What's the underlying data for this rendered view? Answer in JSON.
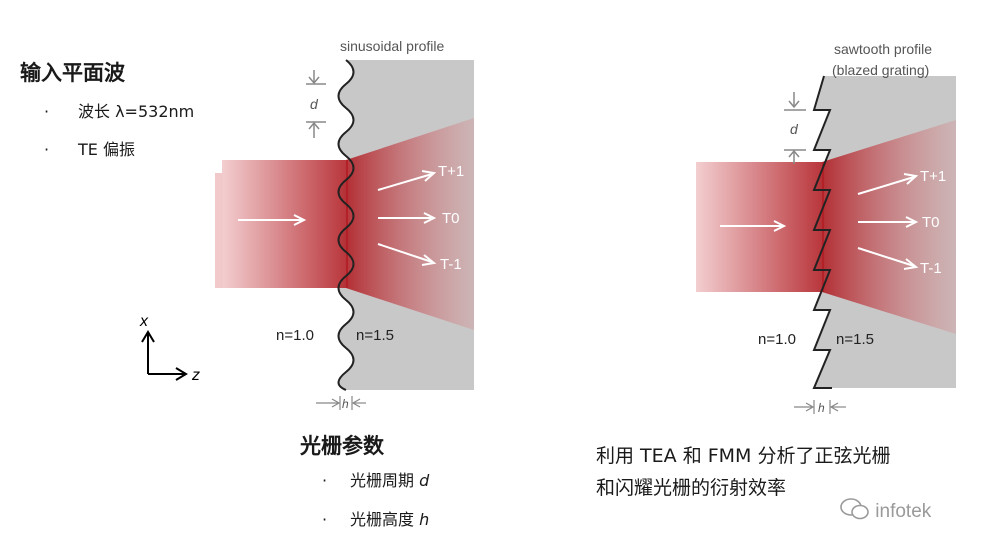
{
  "input": {
    "title": "输入平面波",
    "bullets": [
      "波长 λ=532nm",
      "TE 偏振"
    ]
  },
  "grating_params": {
    "title": "光栅参数",
    "bullets": [
      {
        "text": "光栅周期 ",
        "symbol": "d"
      },
      {
        "text": "光栅高度 ",
        "symbol": "h"
      }
    ]
  },
  "conclusion": {
    "line1": "利用 TEA 和 FMM 分析了正弦光栅",
    "line2": "和闪耀光栅的衍射效率"
  },
  "figure_left": {
    "label": "sinusoidal profile",
    "n_left": "n=1.0",
    "n_right": "n=1.5",
    "orders": [
      "T+1",
      "T0",
      "T-1"
    ],
    "d": "d",
    "h": "h"
  },
  "figure_right": {
    "label_line1": "sawtooth profile",
    "label_line2": "(blazed grating)",
    "n_left": "n=1.0",
    "n_right": "n=1.5",
    "orders": [
      "T+1",
      "T0",
      "T-1"
    ],
    "d": "d",
    "h": "h"
  },
  "axes": {
    "x": "x",
    "z": "z"
  },
  "watermark": "infotek",
  "colors": {
    "beam": "#b01e24",
    "grating_fill": "#c8c8c8",
    "text": "#1a1a1a"
  }
}
